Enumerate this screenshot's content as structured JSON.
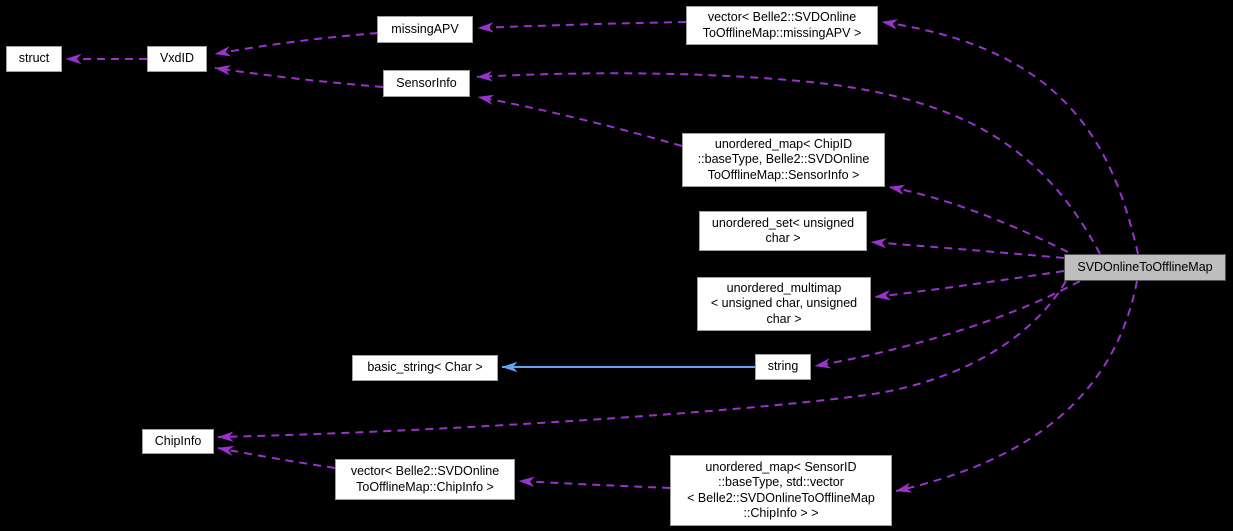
{
  "diagram": {
    "kind": "class-collaboration-graph",
    "focus_class": "SVDOnlineToOfflineMap",
    "background_color": "#000000",
    "colors": {
      "node_fill": "#ffffff",
      "node_border": "#9e9e9e",
      "focus_node_fill": "#bebebe",
      "focus_node_border": "#555555",
      "text": "#000000",
      "usage_edge_dashed": "#9a32cd",
      "inheritance_edge_solid": "#63a4f2"
    },
    "nodes": {
      "struct_node": {
        "label": "struct"
      },
      "vxdid": {
        "label": "VxdID"
      },
      "missingapv": {
        "label": "missingAPV"
      },
      "sensorinfo": {
        "label": "SensorInfo"
      },
      "vec_missingapv": {
        "label": "vector< Belle2::SVDOnline\nToOfflineMap::missingAPV >"
      },
      "uomap_chipid": {
        "label": "unordered_map< ChipID\n::baseType, Belle2::SVDOnline\nToOfflineMap::SensorInfo >"
      },
      "uoset": {
        "label": "unordered_set< unsigned\nchar >"
      },
      "uomultimap": {
        "label": "unordered_multimap\n< unsigned char, unsigned\nchar >"
      },
      "basic_string": {
        "label": "basic_string< Char >"
      },
      "string": {
        "label": "string"
      },
      "chipinfo": {
        "label": "ChipInfo"
      },
      "vec_chipinfo": {
        "label": "vector< Belle2::SVDOnline\nToOfflineMap::ChipInfo >"
      },
      "uomap_sensorid": {
        "label": "unordered_map< SensorID\n::baseType, std::vector\n< Belle2::SVDOnlineToOfflineMap\n::ChipInfo > >"
      },
      "main": {
        "label": "SVDOnlineToOfflineMap"
      }
    },
    "edges": [
      {
        "from": "vxdid",
        "to": "struct_node",
        "style": "dashed"
      },
      {
        "from": "missingapv",
        "to": "vxdid",
        "style": "dashed"
      },
      {
        "from": "sensorinfo",
        "to": "vxdid",
        "style": "dashed"
      },
      {
        "from": "vec_missingapv",
        "to": "missingapv",
        "style": "dashed"
      },
      {
        "from": "uomap_chipid",
        "to": "sensorinfo",
        "style": "dashed"
      },
      {
        "from": "main",
        "to": "sensorinfo",
        "style": "dashed"
      },
      {
        "from": "main",
        "to": "vec_missingapv",
        "style": "dashed"
      },
      {
        "from": "main",
        "to": "uomap_chipid",
        "style": "dashed"
      },
      {
        "from": "main",
        "to": "uoset",
        "style": "dashed"
      },
      {
        "from": "main",
        "to": "uomultimap",
        "style": "dashed"
      },
      {
        "from": "main",
        "to": "string",
        "style": "dashed"
      },
      {
        "from": "string",
        "to": "basic_string",
        "style": "solid"
      },
      {
        "from": "main",
        "to": "chipinfo",
        "style": "dashed"
      },
      {
        "from": "vec_chipinfo",
        "to": "chipinfo",
        "style": "dashed"
      },
      {
        "from": "uomap_sensorid",
        "to": "vec_chipinfo",
        "style": "dashed"
      },
      {
        "from": "main",
        "to": "uomap_sensorid",
        "style": "dashed"
      }
    ]
  }
}
